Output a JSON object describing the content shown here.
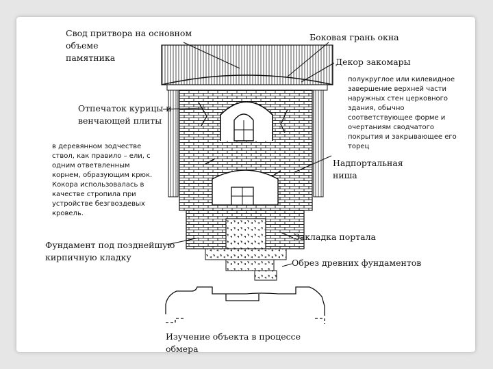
{
  "labels": {
    "vault": "Свод притвора на основном объеме\nпамятника",
    "window_side": "Боковая грань окна",
    "zakomara": "Декор закомары",
    "kuritsa": "Отпечаток курицы и\nвенчающей плиты",
    "niche": "Надпортальная ниша",
    "foundation": "Фундамент под позднейшую\nкирпичную кладку",
    "portal": "Закладка портала",
    "old_foundation": "Обрез древних фундаментов"
  },
  "notes": {
    "zakomara_def": "полукруглое или килевидное\nзавершение верхней части\nнаружных стен церковного\nздания, обычно\nсоответствующее форме и\nочертаниям сводчатого\nпокрытия и закрывающее его\nторец",
    "kuritsa_def": "в деревянном зодчестве\nствол, как правило – ели, с\nодним ответвленным\nкорнем, образующим крюк.\nКокора использовалась в\nкачестве стропила при\nустройстве безгвоздевых\nкровель."
  },
  "caption": "Изучение объекта в процессе обмера",
  "colors": {
    "ink": "#111111",
    "paper": "#ffffff",
    "background": "#e6e6e6"
  }
}
